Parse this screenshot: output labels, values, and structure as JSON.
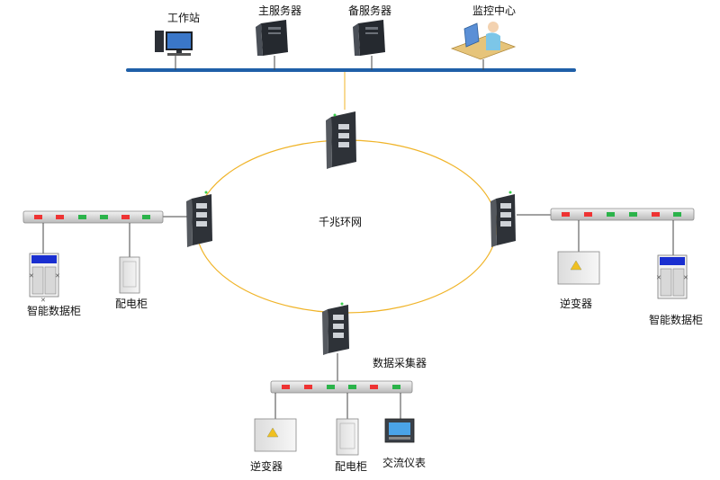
{
  "top_devices": {
    "workstation": "工作站",
    "main_server": "主服务器",
    "backup_server": "备服务器",
    "monitor_center": "监控中心"
  },
  "ring": {
    "label": "千兆环网"
  },
  "left_group": {
    "data_cabinet": "智能数据柜",
    "distribution_cabinet": "配电柜"
  },
  "right_group": {
    "inverter": "逆变器",
    "data_cabinet": "智能数据柜"
  },
  "bottom_group": {
    "collector": "数据采集器",
    "inverter": "逆变器",
    "distribution_cabinet": "配电柜",
    "ac_meter": "交流仪表"
  },
  "colors": {
    "backbone": "#1f5fa8",
    "ring": "#f0b429",
    "device_dark": "#3a3f48",
    "cabinet_blue": "#1a2fd0"
  }
}
